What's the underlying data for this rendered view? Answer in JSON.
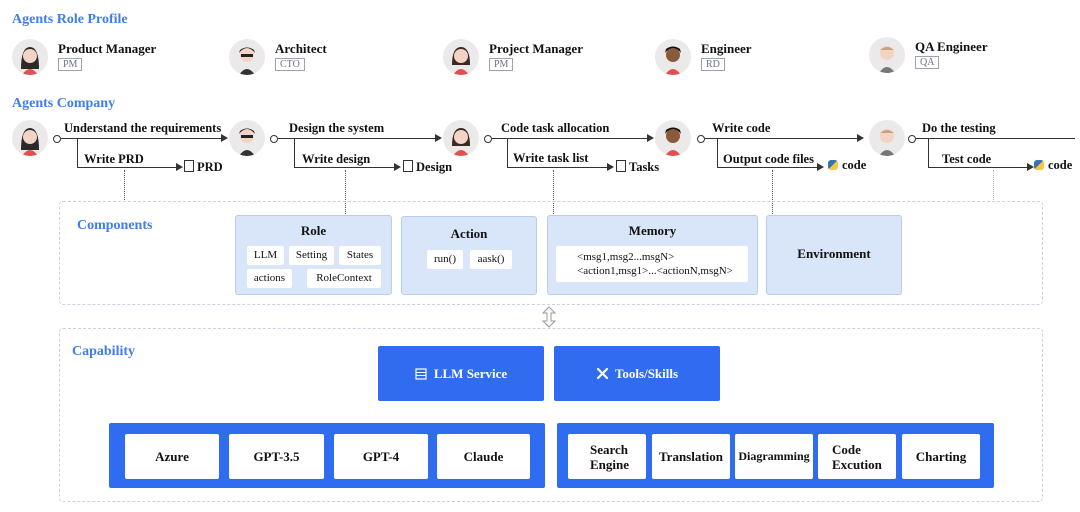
{
  "profile": {
    "title": "Agents Role Profile",
    "roles": [
      {
        "name": "Product Manager",
        "tag": "PM"
      },
      {
        "name": "Architect",
        "tag": "CTO"
      },
      {
        "name": "Project Manager",
        "tag": "PM"
      },
      {
        "name": "Engineer",
        "tag": "RD"
      },
      {
        "name": "QA Engineer",
        "tag": "QA"
      }
    ]
  },
  "company": {
    "title": "Agents Company",
    "steps": [
      {
        "task": "Understand the requirements",
        "action": "Write PRD",
        "output": "PRD",
        "output_icon": "doc-icon"
      },
      {
        "task": "Design the system",
        "action": "Write design",
        "output": "Design",
        "output_icon": "doc-icon"
      },
      {
        "task": "Code task allocation",
        "action": "Write task list",
        "output": "Tasks",
        "output_icon": "doc-icon"
      },
      {
        "task": "Write code",
        "action": "Output code files",
        "output": "code",
        "output_icon": "python-icon"
      },
      {
        "task": "Do the testing",
        "action": "Test code",
        "output": "code",
        "output_icon": "python-icon"
      }
    ]
  },
  "components": {
    "title": "Components",
    "role": {
      "title": "Role",
      "items": [
        "LLM",
        "Setting",
        "States",
        "actions",
        "RoleContext"
      ]
    },
    "action": {
      "title": "Action",
      "items": [
        "run()",
        "aask()"
      ]
    },
    "memory": {
      "title": "Memory",
      "lines": [
        "<msg1,msg2...msgN>",
        "<action1,msg1>...<actionN,msgN>"
      ]
    },
    "environment": {
      "title": "Environment"
    }
  },
  "capability": {
    "title": "Capability",
    "llm_service": "LLM Service",
    "tools_skills": "Tools/Skills",
    "models": [
      "Azure",
      "GPT-3.5",
      "GPT-4",
      "Claude"
    ],
    "tools": [
      "Search Engine",
      "Translation",
      "Diagramming",
      "Code Excution",
      "Charting"
    ]
  },
  "colors": {
    "accent": "#3f7ee8",
    "box_blue": "#2f6cf0",
    "component_fill": "#d9e6fa"
  }
}
